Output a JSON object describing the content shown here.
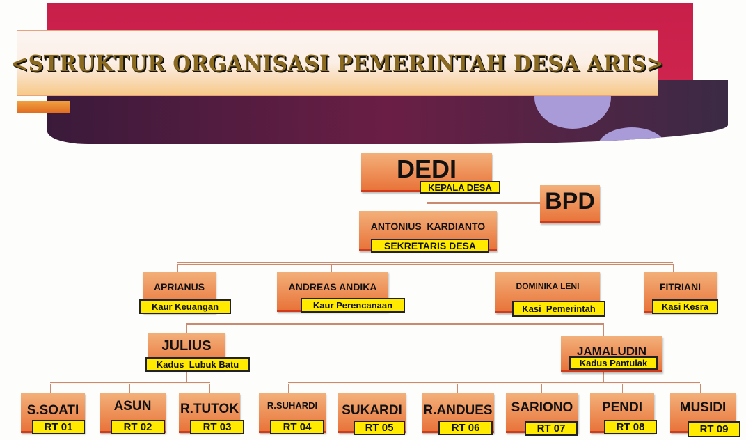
{
  "title": "<STRUKTUR ORGANISASI PEMERINTAH DESA ARIS>",
  "colors": {
    "box": "#ec8a4c",
    "label": "#ffea00",
    "header_red": "#c81f4a",
    "header_dark": "#4a1d40"
  },
  "head": {
    "name": "DEDI",
    "role": "KEPALA DESA"
  },
  "bpd": {
    "name": "BPD"
  },
  "secretary": {
    "name": "ANTONIUS  KARDIANTO",
    "role": "SEKRETARIS DESA"
  },
  "staff": [
    {
      "name": "APRIANUS",
      "role": "Kaur Keuangan"
    },
    {
      "name": "ANDREAS ANDIKA",
      "role": "Kaur Perencanaan"
    },
    {
      "name": "DOMINIKA LENI",
      "role": "Kasi  Pemerintah"
    },
    {
      "name": "FITRIANI",
      "role": "Kasi Kesra"
    }
  ],
  "kadus": [
    {
      "name": "JULIUS",
      "role": "Kadus  Lubuk Batu"
    },
    {
      "name": "JAMALUDIN",
      "role": "Kadus Pantulak"
    }
  ],
  "rt": [
    {
      "name": "S.SOATI",
      "role": "RT 01"
    },
    {
      "name": "ASUN",
      "role": "RT 02"
    },
    {
      "name": "R.TUTOK",
      "role": "RT 03"
    },
    {
      "name": "R.SUHARDI",
      "role": "RT 04"
    },
    {
      "name": "SUKARDI",
      "role": "RT 05"
    },
    {
      "name": "R.ANDUES",
      "role": "RT 06"
    },
    {
      "name": "SARIONO",
      "role": "RT 07"
    },
    {
      "name": "PENDI",
      "role": "RT 08"
    },
    {
      "name": "MUSIDI",
      "role": "RT 09"
    }
  ]
}
